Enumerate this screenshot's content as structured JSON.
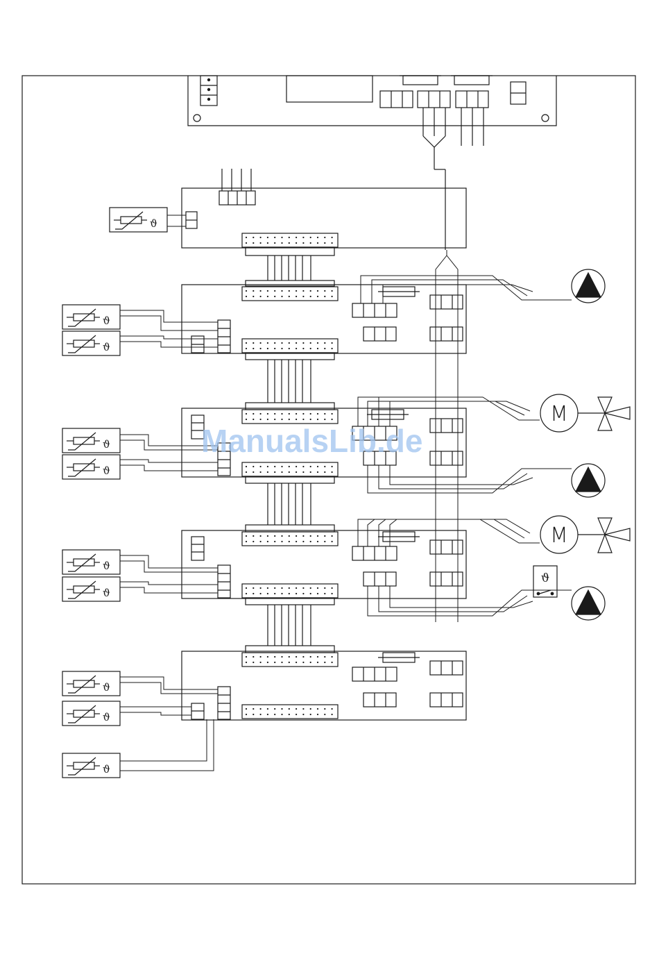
{
  "symbols": {
    "temp_symbol": "ϑ",
    "motor_symbol": "M"
  },
  "watermark": "ManualsLib.de",
  "sensors": {
    "board1": [
      "ϑ"
    ],
    "board2": [
      "ϑ",
      "ϑ"
    ],
    "board3": [
      "ϑ",
      "ϑ"
    ],
    "board4": [
      "ϑ",
      "ϑ"
    ],
    "board5": [
      "ϑ",
      "ϑ",
      "ϑ"
    ]
  },
  "components": {
    "pumps": 3,
    "mixing_valves_with_motor": 2,
    "thermostat": "ϑ"
  },
  "colors": {
    "line": "#1a1a1a",
    "watermark": "#9fc3ef"
  }
}
